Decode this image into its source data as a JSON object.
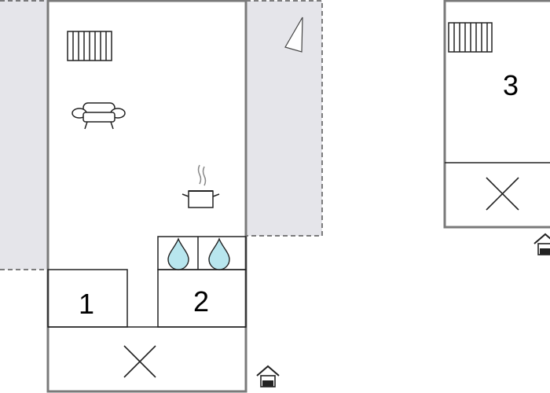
{
  "floor_plan": {
    "colors": {
      "wall": "#7a7a7a",
      "outdoor_area": "#e5e5ea",
      "water_drop": "#b8e6ee",
      "line": "#222222"
    },
    "rooms": [
      {
        "number": "1"
      },
      {
        "number": "2"
      },
      {
        "number": "3"
      }
    ],
    "icons": [
      "radiator-icon",
      "sofa-icon",
      "cooking-pot-icon",
      "water-drop-icon",
      "bed-cross-icon",
      "entrance-icon",
      "north-arrow-icon"
    ]
  }
}
